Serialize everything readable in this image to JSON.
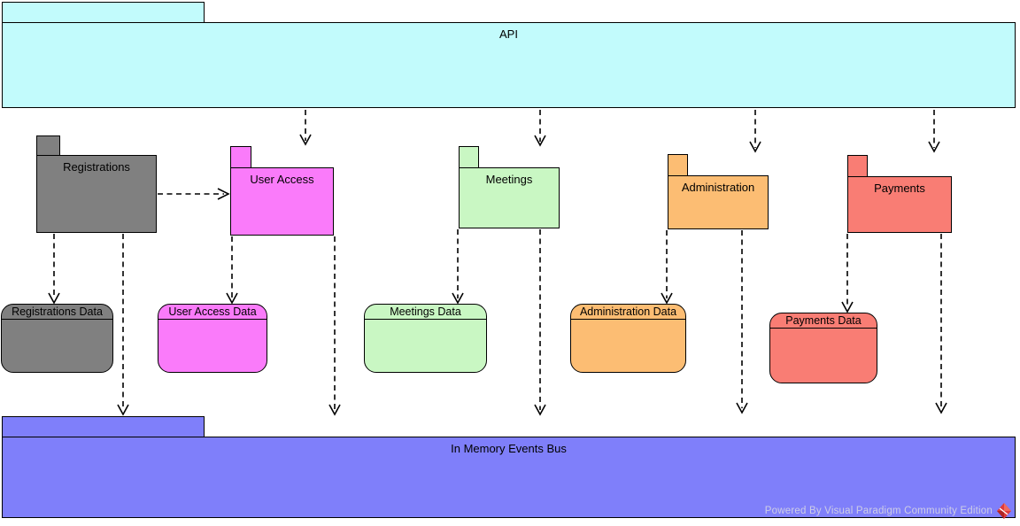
{
  "api": {
    "label": "API",
    "color": "#c2fbfc"
  },
  "modules": [
    {
      "label": "Registrations",
      "color": "#808080"
    },
    {
      "label": "User Access",
      "color": "#fa7bfa"
    },
    {
      "label": "Meetings",
      "color": "#c9f7c3"
    },
    {
      "label": "Administration",
      "color": "#fcbd73"
    },
    {
      "label": "Payments",
      "color": "#f97d74"
    }
  ],
  "datastores": [
    {
      "label": "Registrations Data",
      "color": "#808080"
    },
    {
      "label": "User Access Data",
      "color": "#fa7bfa"
    },
    {
      "label": "Meetings Data",
      "color": "#c9f7c3"
    },
    {
      "label": "Administration Data",
      "color": "#fcbd73"
    },
    {
      "label": "Payments Data",
      "color": "#f97d74"
    }
  ],
  "bus": {
    "label": "In Memory Events Bus",
    "color": "#7f7ffa"
  },
  "watermark": {
    "text": "Powered By  Visual Paradigm Community Edition",
    "logo_color": "#e03a3a"
  },
  "connections": [
    {
      "from": "API",
      "to": "User Access"
    },
    {
      "from": "API",
      "to": "Meetings"
    },
    {
      "from": "API",
      "to": "Administration"
    },
    {
      "from": "API",
      "to": "Payments"
    },
    {
      "from": "Registrations",
      "to": "User Access"
    },
    {
      "from": "Registrations",
      "to": "Registrations Data"
    },
    {
      "from": "Registrations",
      "to": "In Memory Events Bus"
    },
    {
      "from": "User Access",
      "to": "User Access Data"
    },
    {
      "from": "User Access",
      "to": "In Memory Events Bus"
    },
    {
      "from": "Meetings",
      "to": "Meetings Data"
    },
    {
      "from": "Meetings",
      "to": "In Memory Events Bus"
    },
    {
      "from": "Administration",
      "to": "Administration Data"
    },
    {
      "from": "Administration",
      "to": "In Memory Events Bus"
    },
    {
      "from": "Payments",
      "to": "Payments Data"
    },
    {
      "from": "Payments",
      "to": "In Memory Events Bus"
    }
  ]
}
